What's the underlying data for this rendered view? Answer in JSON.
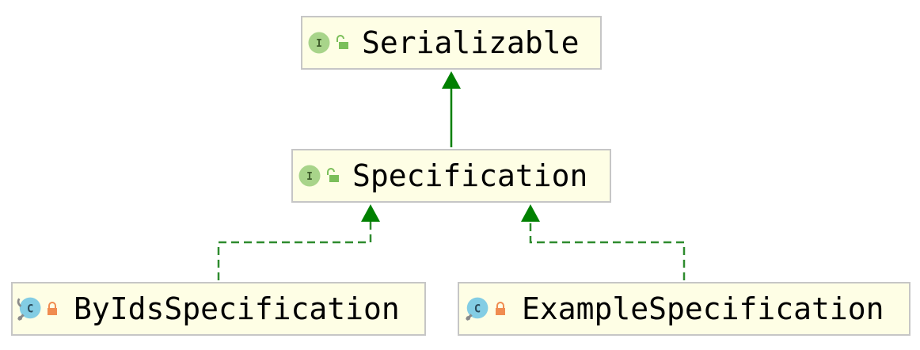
{
  "colors": {
    "node_fill": "#fefee5",
    "node_border": "#c6c6c6",
    "edge": "#008000",
    "interface_icon": "#a8d48a",
    "class_icon": "#83cde4",
    "public_access": "#7bbf5a",
    "private_access": "#f08c50"
  },
  "nodes": {
    "serializable": {
      "label": "Serializable",
      "kind_icon": "interface-icon",
      "access_icon": "public-access-icon"
    },
    "specification": {
      "label": "Specification",
      "kind_icon": "interface-icon",
      "access_icon": "public-access-icon"
    },
    "by_ids_specification": {
      "label": "ByIdsSpecification",
      "kind_icon": "class-icon",
      "access_icon": "private-access-icon"
    },
    "example_specification": {
      "label": "ExampleSpecification",
      "kind_icon": "class-icon",
      "access_icon": "private-access-icon"
    }
  },
  "edges": [
    {
      "from": "Specification",
      "to": "Serializable",
      "relation": "extends",
      "style": "solid"
    },
    {
      "from": "ByIdsSpecification",
      "to": "Specification",
      "relation": "implements",
      "style": "dashed"
    },
    {
      "from": "ExampleSpecification",
      "to": "Specification",
      "relation": "implements",
      "style": "dashed"
    }
  ]
}
